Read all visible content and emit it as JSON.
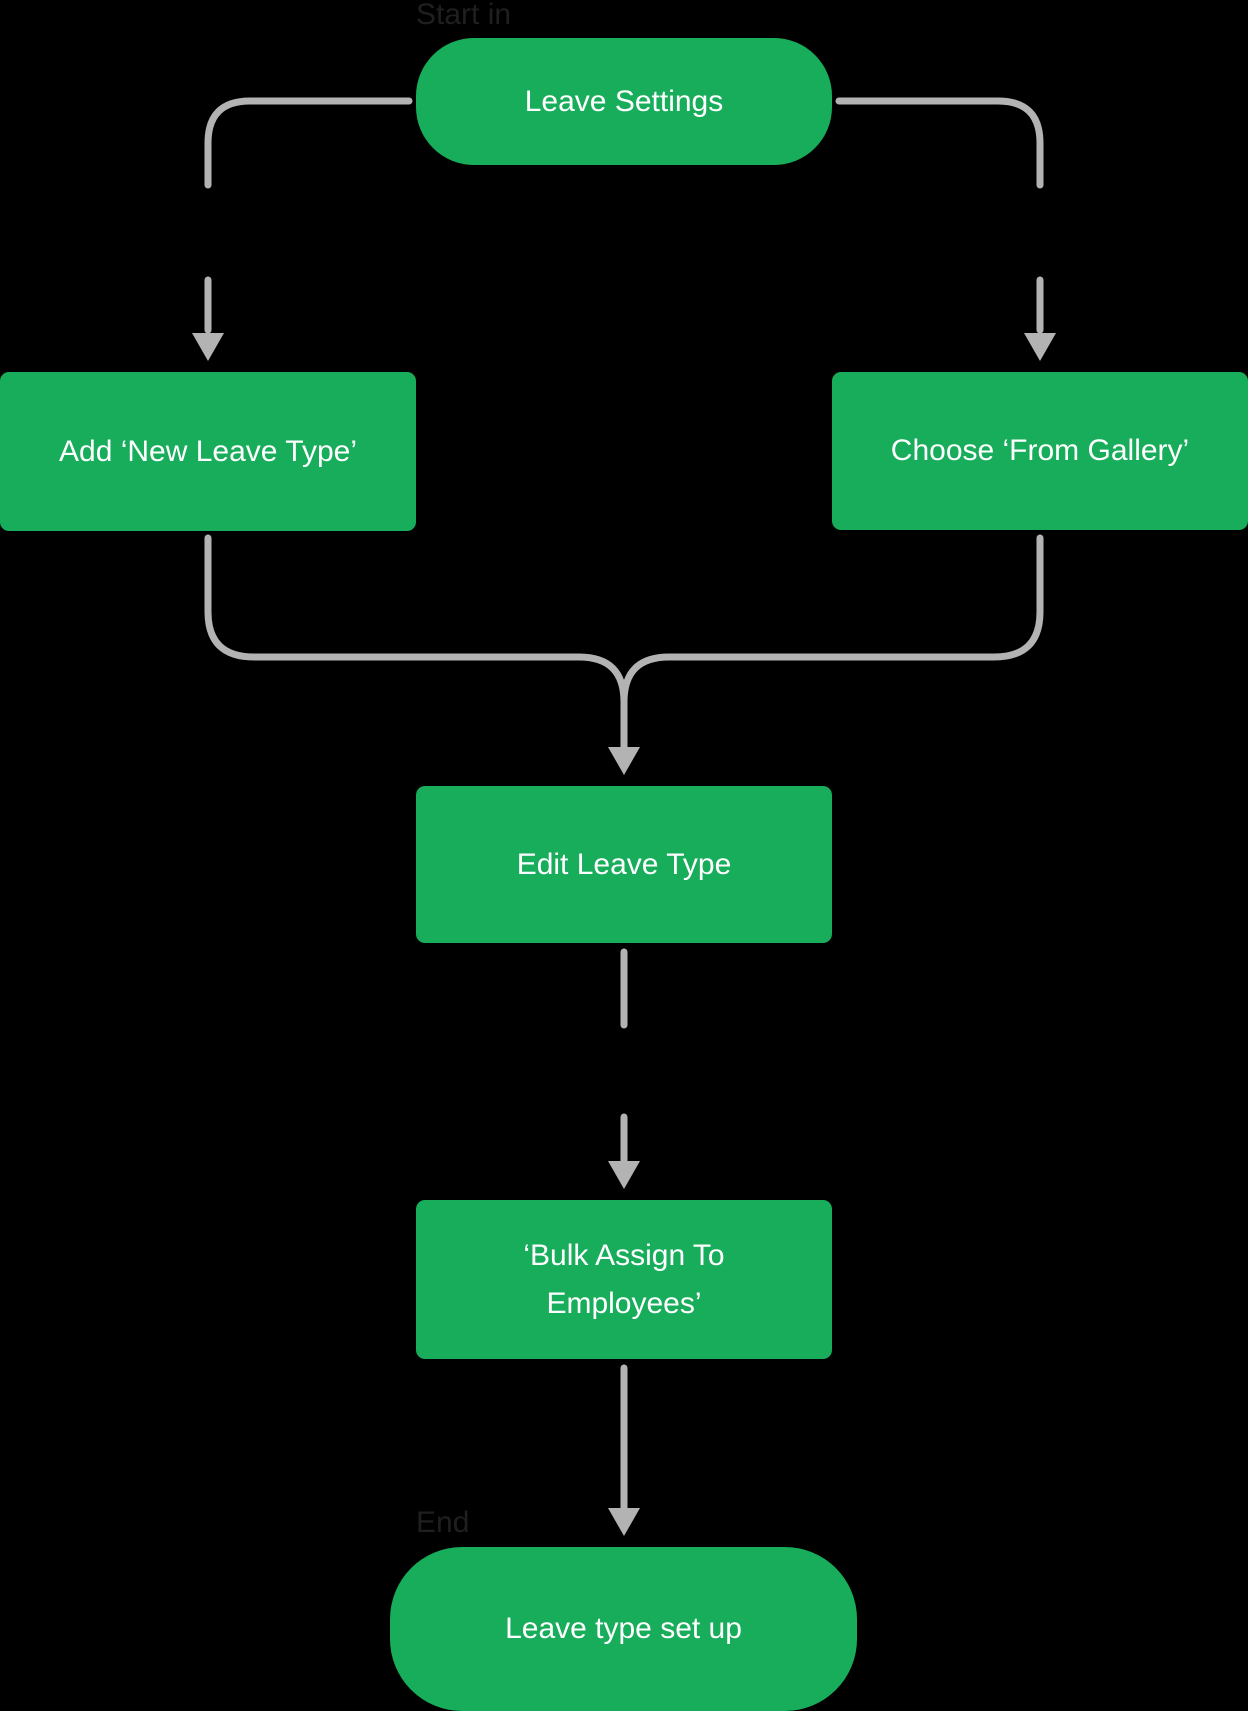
{
  "diagram": {
    "start_caption": "Start in",
    "end_caption": "End",
    "nodes": {
      "leave_settings": "Leave Settings",
      "add_new_leave_type": "Add ‘New Leave Type’",
      "choose_from_gallery": "Choose ‘From Gallery’",
      "edit_leave_type": "Edit Leave Type",
      "bulk_assign": "‘Bulk Assign To Employees’",
      "leave_type_set_up": "Leave type set up"
    }
  },
  "colors": {
    "background": "#000000",
    "node_fill": "#17ad5b",
    "connector": "#b3b3b3",
    "caption": "#1f1f1f"
  }
}
